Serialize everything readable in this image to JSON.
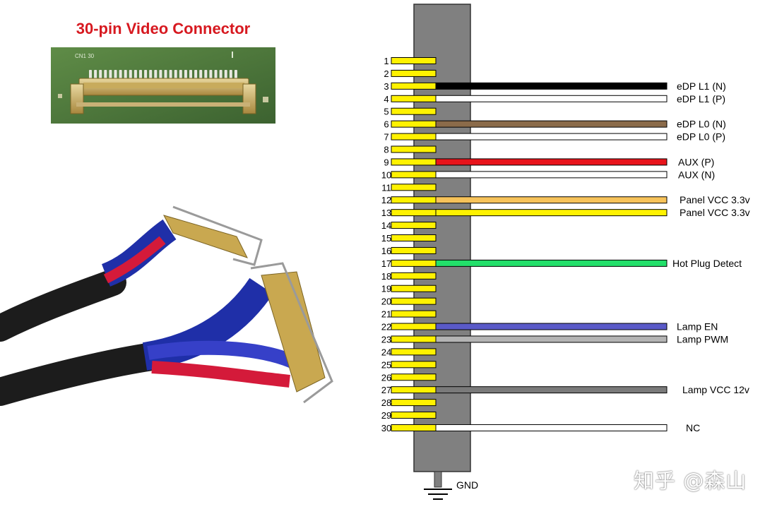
{
  "title": "30-pin Video Connector",
  "board_silkscreen": "CN1 30",
  "pins": [
    "1",
    "2",
    "3",
    "4",
    "5",
    "6",
    "7",
    "8",
    "9",
    "10",
    "11",
    "12",
    "13",
    "14",
    "15",
    "16",
    "17",
    "18",
    "19",
    "20",
    "21",
    "22",
    "23",
    "24",
    "25",
    "26",
    "27",
    "28",
    "29",
    "30"
  ],
  "signals": [
    {
      "pin": 3,
      "label": "eDP L1 (N)",
      "color": "#000000"
    },
    {
      "pin": 4,
      "label": "eDP L1 (P)",
      "color": "#ffffff"
    },
    {
      "pin": 6,
      "label": "eDP L0 (N)",
      "color": "#8b6b4a"
    },
    {
      "pin": 7,
      "label": "eDP L0 (P)",
      "color": "#ffffff"
    },
    {
      "pin": 9,
      "label": "AUX (P)",
      "color": "#e8141b"
    },
    {
      "pin": 10,
      "label": "AUX (N)",
      "color": "#ffffff"
    },
    {
      "pin": 12,
      "label": "Panel VCC  3.3v",
      "color": "#f7c35a"
    },
    {
      "pin": 13,
      "label": "Panel VCC  3.3v",
      "color": "#fff200"
    },
    {
      "pin": 17,
      "label": "Hot Plug Detect",
      "color": "#22e06a"
    },
    {
      "pin": 22,
      "label": "Lamp EN",
      "color": "#5a5ac8"
    },
    {
      "pin": 23,
      "label": "Lamp PWM",
      "color": "#b4b4b4"
    },
    {
      "pin": 27,
      "label": "Lamp VCC 12v",
      "color": "#7a7a7a"
    },
    {
      "pin": 30,
      "label": "NC",
      "color": "#ffffff"
    }
  ],
  "ground_label": "GND",
  "watermark": "知乎 @森山",
  "colors": {
    "pin_fill": "#fff200",
    "connector_body": "#808080",
    "title": "#d71920"
  }
}
